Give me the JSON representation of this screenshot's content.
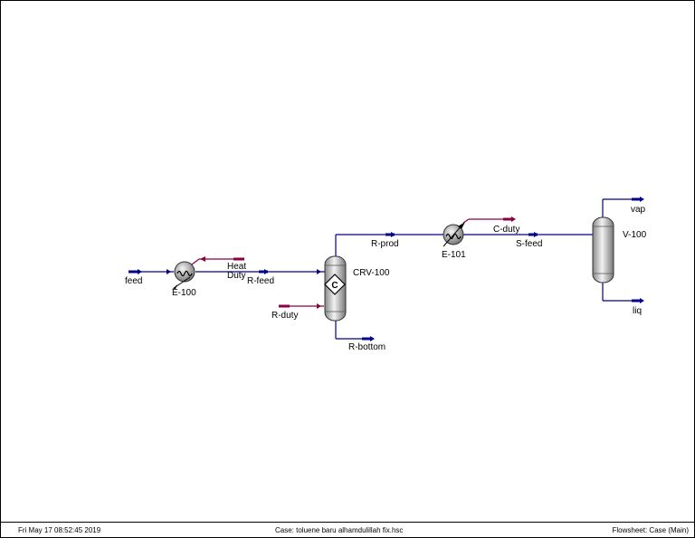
{
  "colors": {
    "material": "#00008b",
    "energy": "#8b0040",
    "unit_fill": "#c8c8c8"
  },
  "streams": {
    "feed": "feed",
    "heat_duty_line1": "Heat",
    "heat_duty_line2": "Duty",
    "r_feed": "R-feed",
    "r_duty": "R-duty",
    "r_bottom": "R-bottom",
    "r_prod": "R-prod",
    "c_duty": "C-duty",
    "s_feed": "S-feed",
    "vap": "vap",
    "liq": "liq"
  },
  "units": {
    "e100": "E-100",
    "crv100": "CRV-100",
    "crv100_symbol": "C",
    "e101": "E-101",
    "v100": "V-100"
  },
  "footer": {
    "timestamp": "Fri May 17 08:52:45 2019",
    "case": "Case: toluene baru alhamdulillah fix.hsc",
    "flowsheet": "Flowsheet: Case (Main)"
  }
}
